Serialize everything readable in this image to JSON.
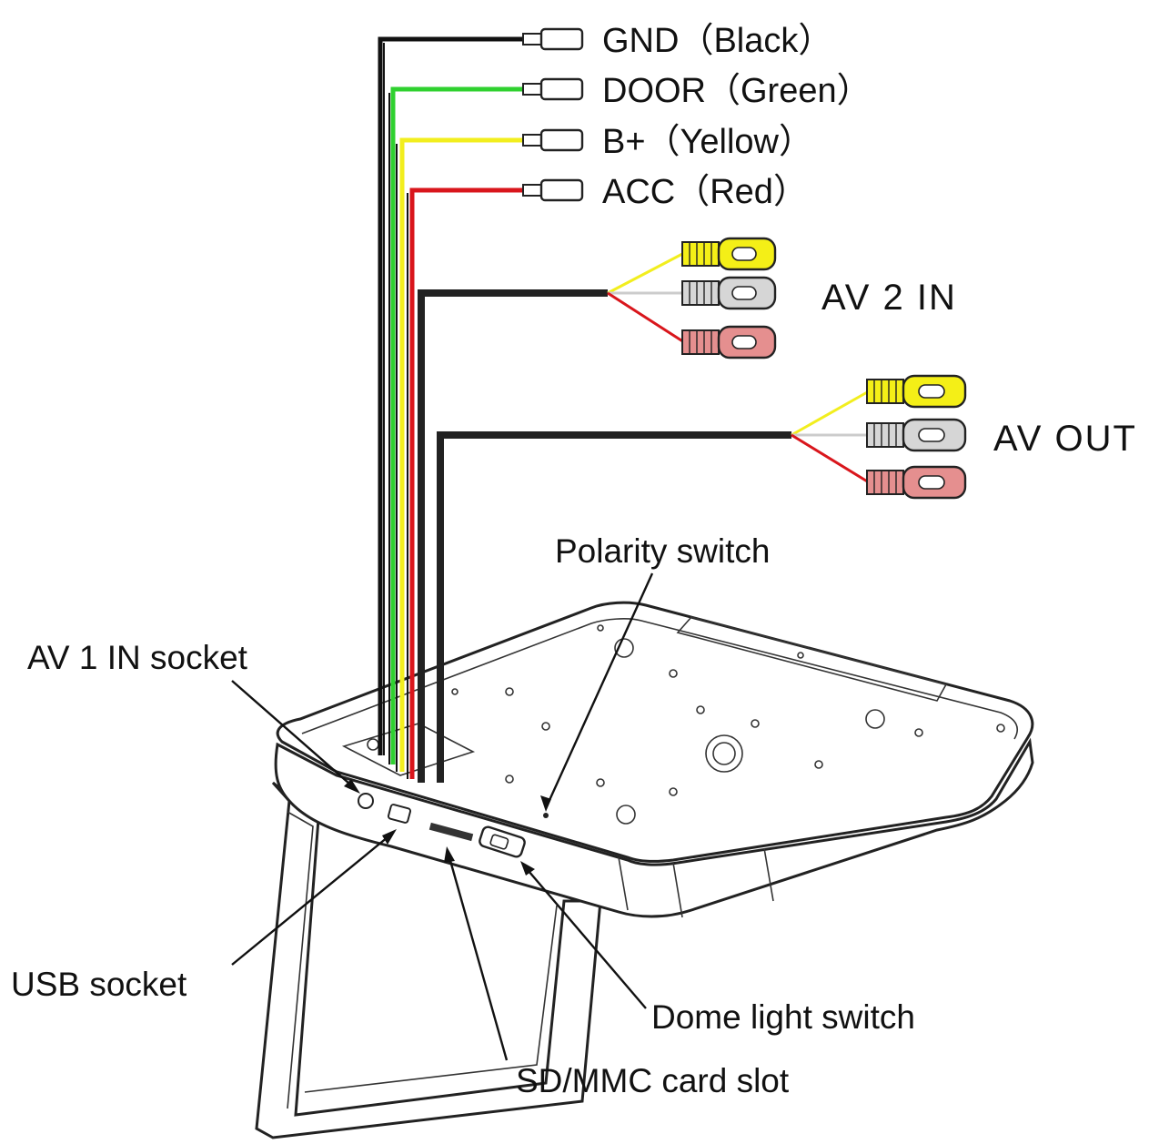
{
  "colors": {
    "black": "#111111",
    "green": "#2fd12f",
    "yellow": "#f2ee1e",
    "red": "#d9161c",
    "white_plug": "#d6d6d6",
    "yellow_plug": "#f4ef17",
    "red_plug": "#e58f8f"
  },
  "power_wires": [
    {
      "id": "gnd",
      "label": "GND（Black）",
      "color": "#111111"
    },
    {
      "id": "door",
      "label": "DOOR（Green）",
      "color": "#2fd12f"
    },
    {
      "id": "bplus",
      "label": "B+（Yellow）",
      "color": "#f2ee1e"
    },
    {
      "id": "acc",
      "label": "ACC（Red）",
      "color": "#d9161c"
    }
  ],
  "av_groups": {
    "av2in": {
      "label": "AV 2 IN"
    },
    "avout": {
      "label": "AV OUT"
    }
  },
  "callouts": {
    "polarity_switch": "Polarity switch",
    "av1_in_socket": "AV 1 IN socket",
    "usb_socket": "USB socket",
    "dome_light_switch": "Dome light switch",
    "sd_mmc_slot": "SD/MMC card slot"
  }
}
